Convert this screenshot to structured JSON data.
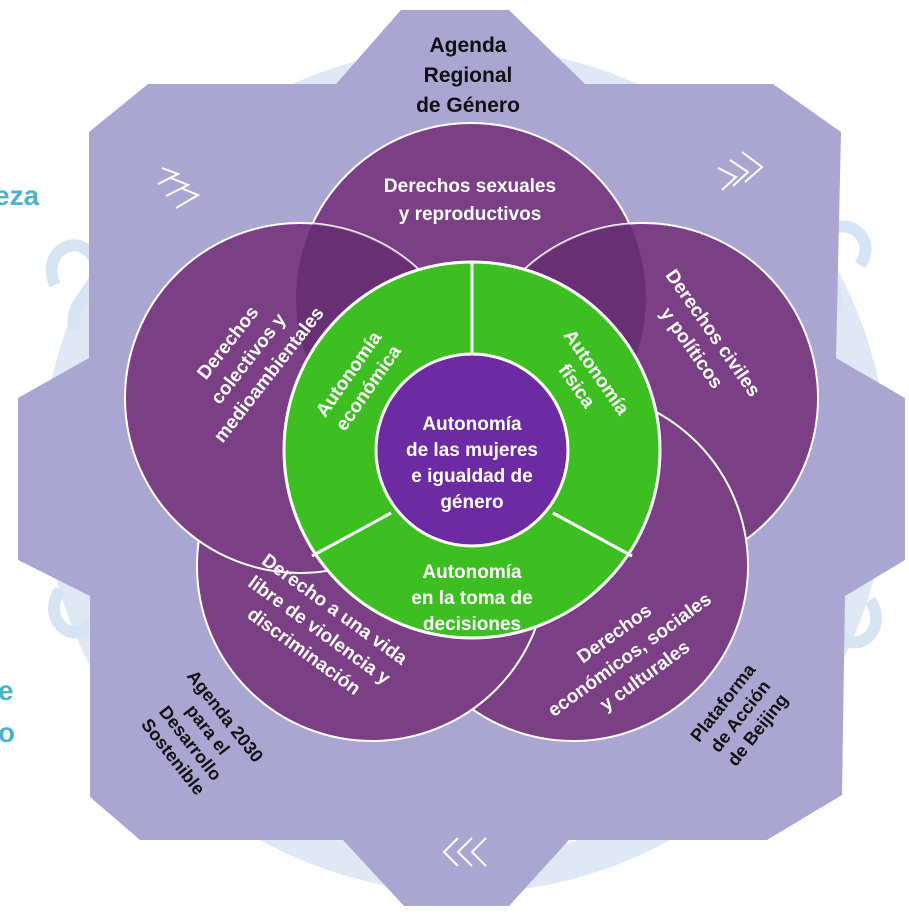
{
  "colors": {
    "gear": "#aba6d1",
    "ring": "#dfe9f5",
    "rights_circle": "#7b3f86",
    "overlap": "#6a2d78",
    "autonomy_ring": "#3dbf22",
    "autonomy_border": "#ffffff",
    "center": "#6c2ba2",
    "side_text": "#4fb3c8"
  },
  "agendas": {
    "regional": [
      "Agenda",
      "Regional",
      "de Género"
    ],
    "agenda2030": [
      "Agenda 2030",
      "para el",
      "Desarrollo",
      "Sostenible"
    ],
    "beijing": [
      "Plataforma",
      "de Acción",
      "de Beijing"
    ]
  },
  "rights": {
    "sexual": [
      "Derechos sexuales",
      "y reproductivos"
    ],
    "civil": [
      "Derechos civiles",
      "y políticos"
    ],
    "economic": [
      "Derechos",
      "económicos, sociales",
      "y culturales"
    ],
    "violence": [
      "Derecho a una vida",
      "libre de violencia y",
      "discriminación"
    ],
    "collective": [
      "Derechos",
      "colectivos y",
      "medioambientales"
    ]
  },
  "autonomies": {
    "economic": [
      "Autonomía",
      "económica"
    ],
    "physical": [
      "Autonomía",
      "física"
    ],
    "decisions": [
      "Autonomía",
      "en la toma de",
      "decisiones"
    ]
  },
  "center": [
    "Autonomía",
    "de las mujeres",
    "e igualdad de",
    "género"
  ],
  "side_fragments": {
    "top_left": "eza",
    "bottom_left_1": "e",
    "bottom_left_2": "o"
  },
  "icons": [
    "chevrons-right-icon",
    "chevrons-left-icon",
    "knot-icon"
  ]
}
